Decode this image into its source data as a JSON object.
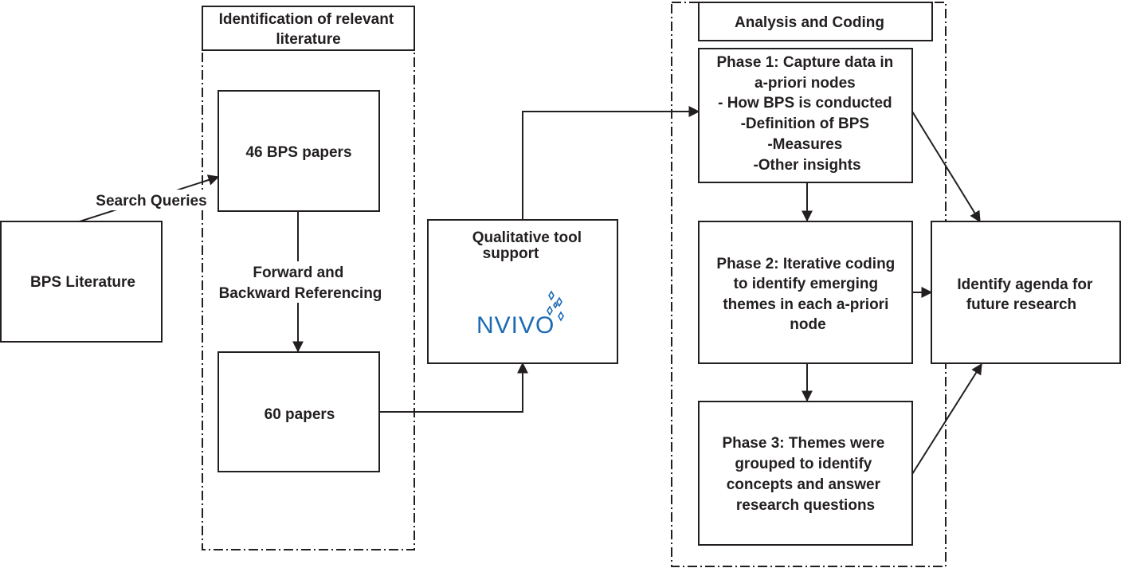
{
  "groups": {
    "identification_title": [
      "Identification of relevant",
      "literature"
    ],
    "analysis_title": [
      "Analysis and Coding"
    ]
  },
  "nodes": {
    "bps_literature": [
      "BPS Literature"
    ],
    "bps_papers": [
      "46 BPS papers"
    ],
    "sixty_papers": [
      "60 papers"
    ],
    "qualitative_tool": [
      "Qualitative tool",
      "support"
    ],
    "phase1": [
      "Phase 1: Capture data in",
      "a-priori nodes",
      "- How BPS is conducted",
      "-Definition of BPS",
      "-Measures",
      "-Other insights"
    ],
    "phase2": [
      "Phase 2: Iterative coding",
      "to identify emerging",
      "themes in each a-priori",
      "node"
    ],
    "phase3": [
      "Phase 3: Themes were",
      "grouped to identify",
      "concepts and answer",
      "research questions"
    ],
    "agenda": [
      "Identify agenda for",
      "future research"
    ]
  },
  "edge_labels": {
    "search_queries": "Search Queries",
    "forward_backward": [
      "Forward and",
      "Backward Referencing"
    ]
  },
  "logo": {
    "word": "NVIVO",
    "color": "#1b6ab3",
    "icon": "nvivo-star-icon"
  }
}
